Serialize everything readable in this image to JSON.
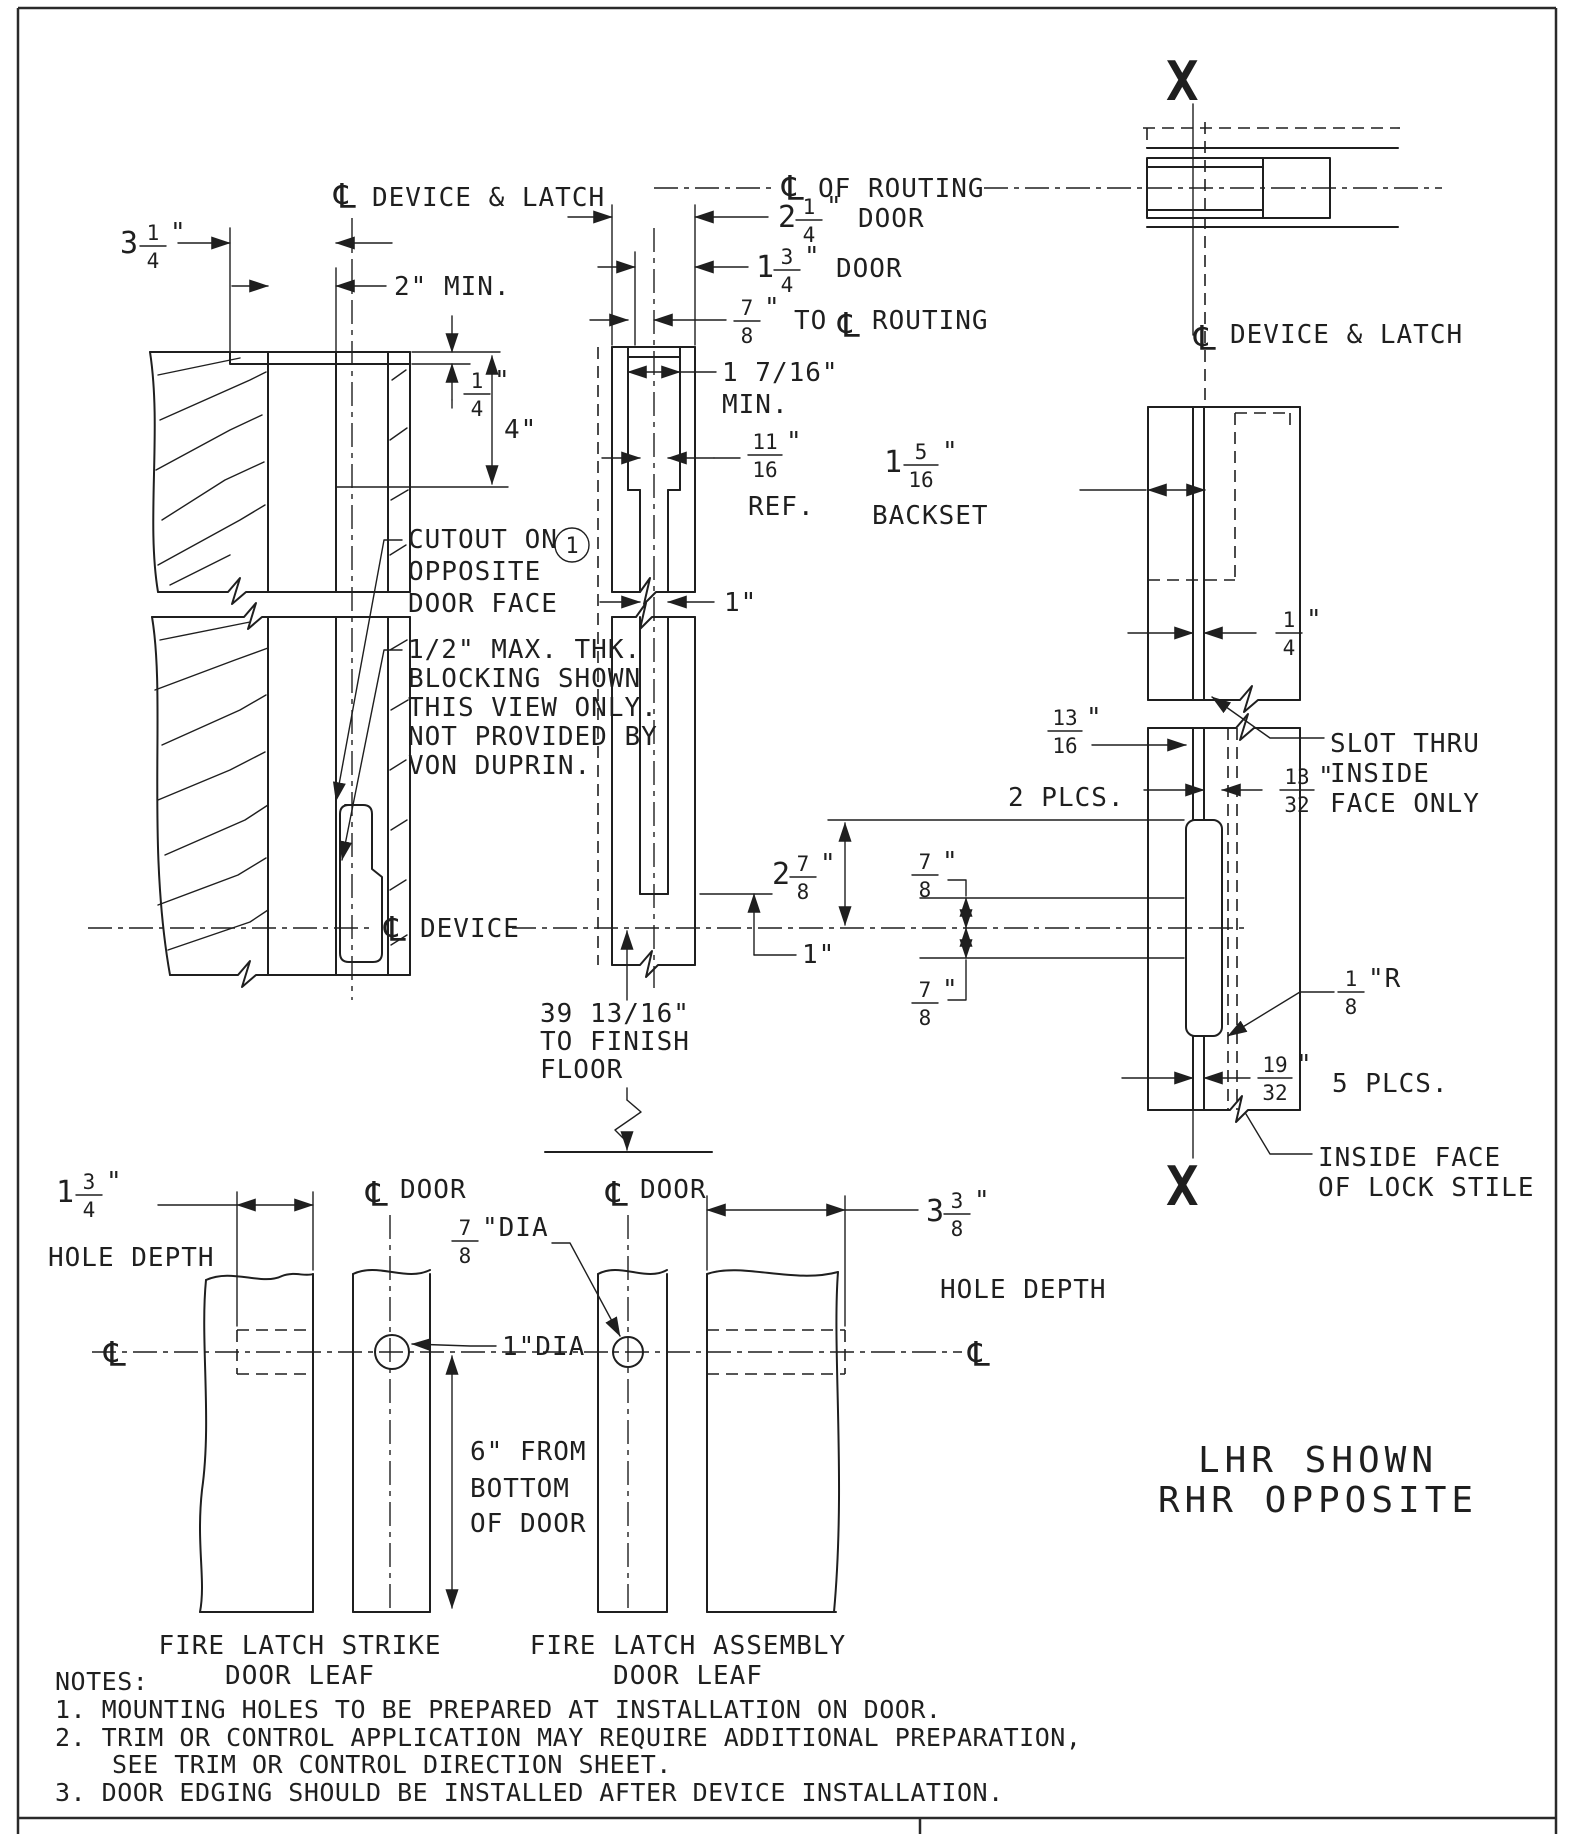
{
  "sym": {
    "cl": "℄"
  },
  "viewA": {
    "cl_device_latch": "DEVICE & LATCH",
    "dim_3_1_4": {
      "w": "3",
      "n": "1",
      "d": "4",
      "u": "\""
    },
    "dim_2_min": "2\" MIN.",
    "dim_1_4": {
      "n": "1",
      "d": "4",
      "u": "\""
    },
    "dim_4": "4\"",
    "cutout_note": {
      "l1": "CUTOUT ON",
      "l2": "OPPOSITE",
      "l3": "DOOR FACE",
      "flag": "1"
    },
    "blocking_note": {
      "l1": "1/2\" MAX. THK.",
      "l2": "BLOCKING SHOWN",
      "l3": "THIS VIEW ONLY.",
      "l4": "NOT PROVIDED BY",
      "l5": "VON DUPRIN."
    },
    "cl_device": "DEVICE"
  },
  "viewB": {
    "cl_of_routing": "OF ROUTING",
    "dim_2_1_4": {
      "w": "2",
      "n": "1",
      "d": "4",
      "u": "\"",
      "label": "DOOR"
    },
    "dim_1_3_4": {
      "w": "1",
      "n": "3",
      "d": "4",
      "u": "\"",
      "label": "DOOR"
    },
    "dim_7_8": {
      "n": "7",
      "d": "8",
      "u": "\"",
      "label_pre": "TO",
      "label_post": "ROUTING"
    },
    "dim_1_7_16": "1 7/16\"",
    "dim_1_7_16_min": "MIN.",
    "dim_11_16": {
      "n": "11",
      "d": "16",
      "u": "\"",
      "label": "REF."
    },
    "dim_1_slot": "1\"",
    "dim_1_pocket": "1\"",
    "dim_39": {
      "l1": "39 13/16\"",
      "l2": "TO FINISH",
      "l3": "FLOOR"
    }
  },
  "viewC": {
    "x_top": "X",
    "x_bottom": "X",
    "cl_device_latch": "DEVICE & LATCH",
    "dim_backset": {
      "w": "1",
      "n": "5",
      "d": "16",
      "u": "\"",
      "label": "BACKSET"
    },
    "dim_1_4": {
      "n": "1",
      "d": "4",
      "u": "\""
    },
    "dim_13_16": {
      "n": "13",
      "d": "16",
      "u": "\"",
      "label": "2 PLCS."
    },
    "dim_13_32": {
      "n": "13",
      "d": "32",
      "u": "\""
    },
    "dim_2_7_8": {
      "w": "2",
      "n": "7",
      "d": "8",
      "u": "\""
    },
    "dim_7_8_a": {
      "n": "7",
      "d": "8",
      "u": "\""
    },
    "dim_7_8_b": {
      "n": "7",
      "d": "8",
      "u": "\""
    },
    "slot_note": {
      "l1": "SLOT THRU",
      "l2": "INSIDE",
      "l3": "FACE ONLY"
    },
    "dim_1_8_r": {
      "n": "1",
      "d": "8",
      "u": "\"R"
    },
    "plcs5": "5 PLCS.",
    "dim_19_32": {
      "n": "19",
      "d": "32",
      "u": "\""
    },
    "inside_face": {
      "l1": "INSIDE FACE",
      "l2": "OF LOCK STILE"
    }
  },
  "bottom": {
    "dim_1_3_4": {
      "w": "1",
      "n": "3",
      "d": "4",
      "u": "\""
    },
    "hole_depth_left": "HOLE DEPTH",
    "cl_door_1": "DOOR",
    "cl_door_2": "DOOR",
    "dia_7_8": {
      "n": "7",
      "d": "8",
      "u": "\"DIA"
    },
    "dia_1": "1\"DIA",
    "dim_6": {
      "l1": "6\" FROM",
      "l2": "BOTTOM",
      "l3": "OF DOOR"
    },
    "dim_3_3_8": {
      "w": "3",
      "n": "3",
      "d": "8",
      "u": "\""
    },
    "hole_depth_right": "HOLE DEPTH",
    "label_strike": {
      "l1": "FIRE LATCH STRIKE",
      "l2": "DOOR LEAF"
    },
    "label_assembly": {
      "l1": "FIRE LATCH ASSEMBLY",
      "l2": "DOOR LEAF"
    }
  },
  "handing": {
    "l1": "LHR SHOWN",
    "l2": "RHR OPPOSITE"
  },
  "notes": {
    "title": "NOTES:",
    "n1": "1. MOUNTING HOLES TO BE PREPARED AT INSTALLATION ON DOOR.",
    "n2": "2. TRIM OR CONTROL APPLICATION MAY REQUIRE ADDITIONAL PREPARATION,",
    "n2b": "SEE TRIM OR CONTROL DIRECTION SHEET.",
    "n3": "3. DOOR EDGING SHOULD BE INSTALLED AFTER DEVICE INSTALLATION."
  }
}
